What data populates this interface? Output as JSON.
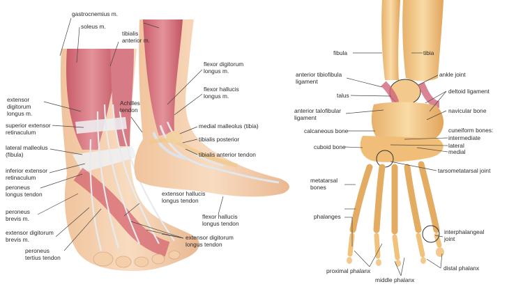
{
  "left_labels": {
    "gastrocnemius": "gastrocnemius m.",
    "soleus": "soleus m.",
    "tibialis_anterior_1": "tibialis",
    "tibialis_anterior_2": "anterior m.",
    "ext_dig_longus_1": "extensor",
    "ext_dig_longus_2": "digitorum",
    "ext_dig_longus_3": "longus m.",
    "sup_ext_ret_1": "superior extensor",
    "sup_ext_ret_2": "retinaculum",
    "lat_mall_1": "lateral malleolus",
    "lat_mall_2": "(fibula)",
    "inf_ext_ret_1": "inferior extensor",
    "inf_ext_ret_2": "retinaculum",
    "per_long_1": "peroneus",
    "per_long_2": "longus tendon",
    "per_brev_1": "peroneus",
    "per_brev_2": "brevis m.",
    "edb_1": "extensor digitorum",
    "edb_2": "brevis m.",
    "per_tert_1": "peroneus",
    "per_tert_2": "tertius tendon",
    "achilles_1": "Achilles",
    "achilles_2": "tendon",
    "fdl_1": "flexor digitorum",
    "fdl_2": "longus m.",
    "fhl_1": "flexor hallucis",
    "fhl_2": "longus m.",
    "med_mall": "medial malleolus (tibia)",
    "tib_post": "tibialis posterior",
    "tib_ant_tendon": "tibialis anterior tendon",
    "ehl_tendon_1": "extensor hallucis",
    "ehl_tendon_2": "longus tendon",
    "fhl_tendon_1": "flexor hallucis",
    "fhl_tendon_2": "longus tendon",
    "edl_tendon_1": "extensor digitorum",
    "edl_tendon_2": "longus tendon"
  },
  "right_labels": {
    "fibula": "fibula",
    "tibia": "tibia",
    "ant_tib_fib_1": "anterior tibiofibula",
    "ant_tib_fib_2": "ligament",
    "ankle_joint": "ankle joint",
    "talus": "talus",
    "deltoid": "deltoid ligament",
    "ant_talofib_1": "anterior talofibular",
    "ant_talofib_2": "ligament",
    "navicular": "navicular bone",
    "calcaneous": "calcaneous bone",
    "cuneiform": "cuneiform bones:",
    "intermediate": "intermediate",
    "lateral": "lateral",
    "medial": "medial",
    "cuboid": "cuboid bone",
    "tarsometatarsal": "tarsometatarsal joint",
    "metatarsal_1": "metatarsal",
    "metatarsal_2": "bones",
    "phalanges": "phalanges",
    "interphalangeal_1": "interphalangeal",
    "interphalangeal_2": "joint",
    "proximal": "proximal phalanx",
    "middle": "middle phalanx",
    "distal": "distal phalanx"
  },
  "colors": {
    "skin": "#f6d3b0",
    "muscle": "#d9707a",
    "bone": "#f1c27e",
    "tendon": "#e4e7ec",
    "leader": "#444444"
  }
}
